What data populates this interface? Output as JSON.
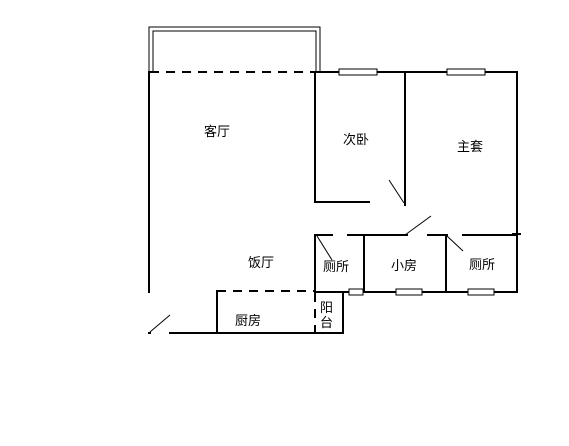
{
  "rooms": {
    "living_room": "客厅",
    "second_bedroom": "次卧",
    "master_suite": "主套",
    "dining_room": "饭厅",
    "toilet_left": "厕所",
    "small_room": "小房",
    "toilet_right": "厕所",
    "kitchen": "厨房",
    "balcony_char1": "阳",
    "balcony_char2": "台"
  }
}
